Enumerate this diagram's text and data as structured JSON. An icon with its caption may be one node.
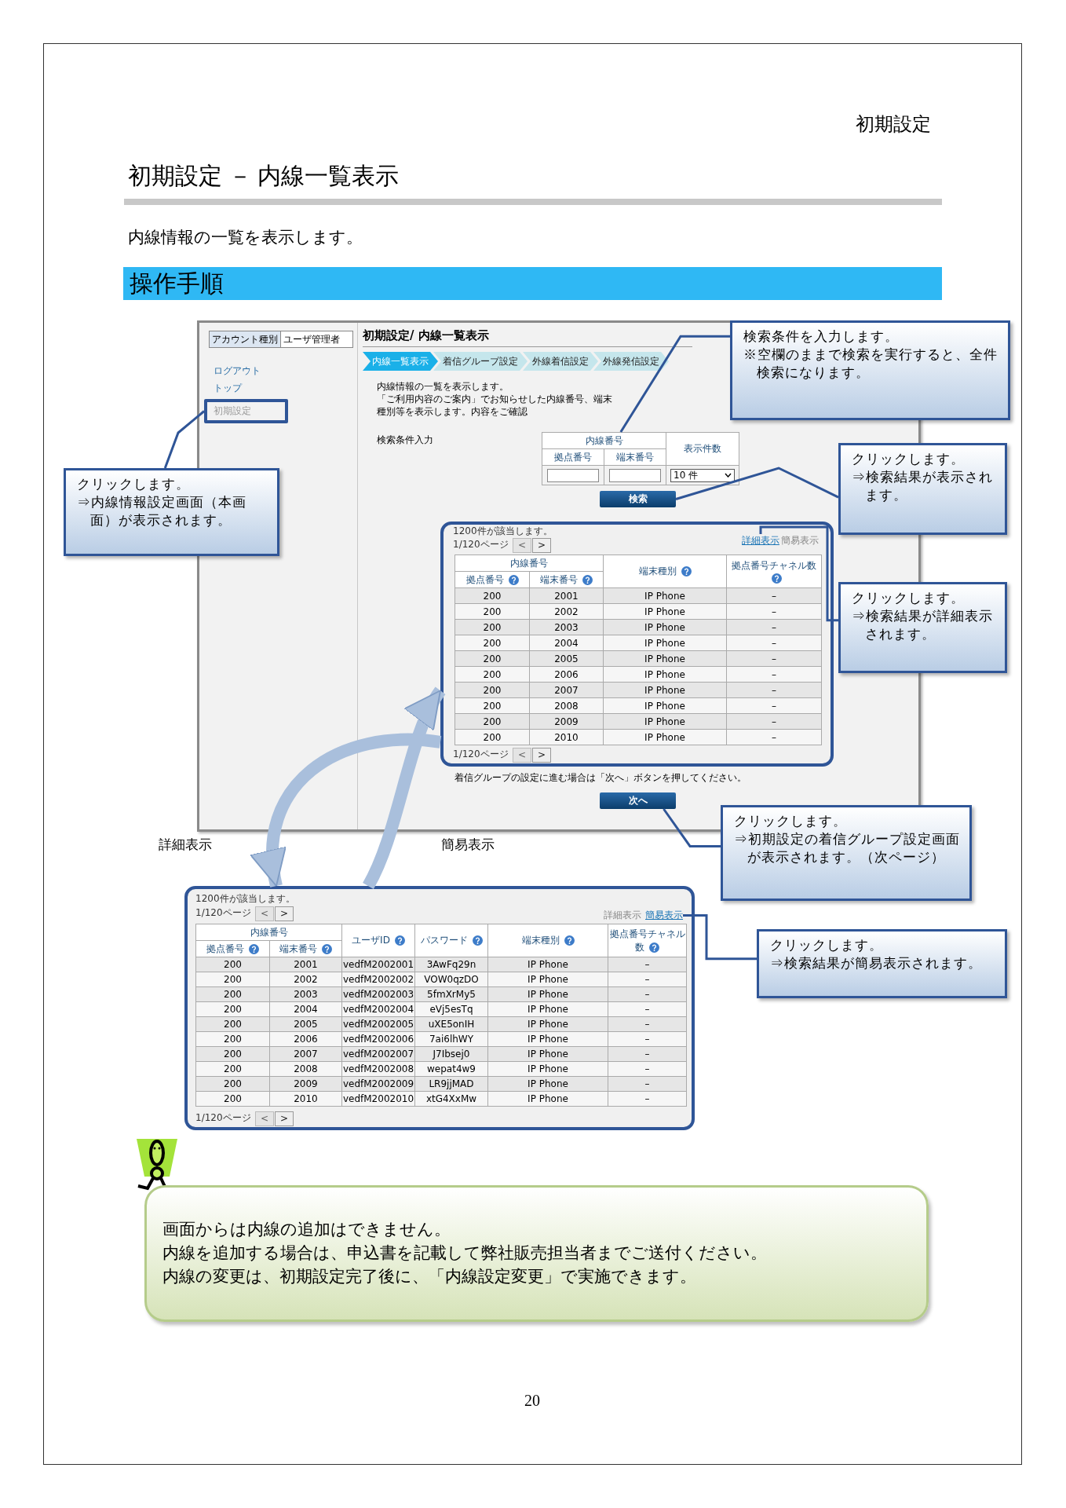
{
  "diagram": {
    "title": "初期設定 － 内線一覧表示",
    "nodes": [
      {
        "text": [
          "操作手順"
        ]
      },
      {
        "text": [
          "初期設定"
        ]
      },
      {
        "text": [
          "クリックします。",
          "⇒内線情報設定画面（本画面）が表示されます。"
        ]
      },
      {
        "text": [
          "検索条件を入力します。",
          "※空欄のままで検索を実行すると、全件検索になります。"
        ]
      },
      {
        "text": [
          "内線番号",
          "表示件数",
          "拠点番号",
          "端末番号",
          "10 件"
        ]
      },
      {
        "text": [
          "検索"
        ]
      },
      {
        "text": [
          "クリックします。",
          "⇒検索結果が表示されます。"
        ]
      },
      {
        "text": [],
        "shape": "box"
      },
      {
        "text": [
          "詳細表示"
        ],
        "in": 7
      },
      {
        "text": [
          "クリックします。",
          "⇒検索結果が詳細表示されます。"
        ]
      },
      {
        "text": [
          "次へ"
        ]
      },
      {
        "text": [
          "クリックします。",
          "⇒初期設定の着信グループ設定画面が表示されます。（次ページ）"
        ]
      },
      {
        "text": [],
        "shape": "box"
      },
      {
        "text": [
          "簡易表示"
        ],
        "in": 12
      },
      {
        "text": [
          "クリックします。",
          "⇒検索結果が簡易表示されます。"
        ]
      },
      {
        "text": [
          "画面からは内線の追加はできません。",
          "内線を追加する場合は、申込書を記載して弊社販売担当者までご送付ください。",
          "内線の変更は、初期設定完了後に、「内線設定変更」で実施できます。"
        ]
      }
    ],
    "edges": [
      {
        "from": 2,
        "to": 1,
        "arrow": "none"
      },
      {
        "from": 3,
        "to": 4,
        "arrow": "none"
      },
      {
        "from": 6,
        "to": 5,
        "arrow": "none"
      },
      {
        "from": 9,
        "to": 8,
        "arrow": "none"
      },
      {
        "from": 11,
        "to": 10,
        "arrow": "none"
      },
      {
        "from": 14,
        "to": 13,
        "arrow": "none"
      },
      {
        "from": 7,
        "to": 12,
        "arrow": "to",
        "label": "詳細表示",
        "style": "thick",
        "color": "#a9bfdc"
      },
      {
        "from": 12,
        "to": 7,
        "arrow": "to",
        "label": "簡易表示",
        "style": "thick",
        "color": "#a9bfdc"
      }
    ],
    "labels": [
      "初期設定",
      "内線情報の一覧を表示します。",
      "アカウント種別",
      "ユーザ管理者",
      "ログアウト",
      "トップ",
      "初期設定/ 内線一覧表示",
      "内線一覧表示",
      "着信グループ設定",
      "外線着信設定",
      "外線発信設定",
      "内線情報の一覧を表示します。",
      "「ご利用内容のご案内」でお知らせした内線番号、端末種別等を表示します。内容をご確認",
      "検索条件入力",
      "1200件が該当します。",
      "1/120ページ",
      "<",
      ">",
      "簡易表示",
      "内線番号",
      "端末種別",
      "拠点番号チャネル数",
      "拠点番号",
      "端末番号",
      "200",
      "2001",
      "IP Phone",
      "–",
      "200",
      "2002",
      "IP Phone",
      "–",
      "200",
      "2003",
      "IP Phone",
      "–",
      "200",
      "2004",
      "IP Phone",
      "–",
      "200",
      "2005",
      "IP Phone",
      "–",
      "200",
      "2006",
      "IP Phone",
      "–",
      "200",
      "2007",
      "IP Phone",
      "–",
      "200",
      "2008",
      "IP Phone",
      "–",
      "200",
      "2009",
      "IP Phone",
      "–",
      "200",
      "2010",
      "IP Phone",
      "–",
      "1/120ページ",
      "<",
      ">",
      "着信グループの設定に進む場合は「次へ」ボタンを押してください。",
      "1200件が該当します。",
      "1/120ページ",
      "<",
      ">",
      "詳細表示",
      "内線番号",
      "ユーザID",
      "パスワード",
      "端末種別",
      "拠点番号チャネル数",
      "拠点番号",
      "端末番号",
      "200",
      "2001",
      "vedfM2002001",
      "3AwFq29n",
      "IP Phone",
      "–",
      "200",
      "2002",
      "vedfM2002002",
      "VOW0qzDO",
      "IP Phone",
      "–",
      "200",
      "2003",
      "vedfM2002003",
      "5fmXrMy5",
      "IP Phone",
      "–",
      "200",
      "2004",
      "vedfM2002004",
      "eVj5esTq",
      "IP Phone",
      "–",
      "200",
      "2005",
      "vedfM2002005",
      "uXE5onIH",
      "IP Phone",
      "–",
      "200",
      "2006",
      "vedfM2002006",
      "7ai6lhWY",
      "IP Phone",
      "–",
      "200",
      "2007",
      "vedfM2002007",
      "J7Ibsej0",
      "IP Phone",
      "–",
      "200",
      "2008",
      "vedfM2002008",
      "wepat4w9",
      "IP Phone",
      "–",
      "200",
      "2009",
      "vedfM2002009",
      "LR9jjMAD",
      "IP Phone",
      "–",
      "200",
      "2010",
      "vedfM2002010",
      "xtG4XxMw",
      "IP Phone",
      "–",
      "1/120ページ",
      "<",
      ">",
      "20"
    ]
  }
}
